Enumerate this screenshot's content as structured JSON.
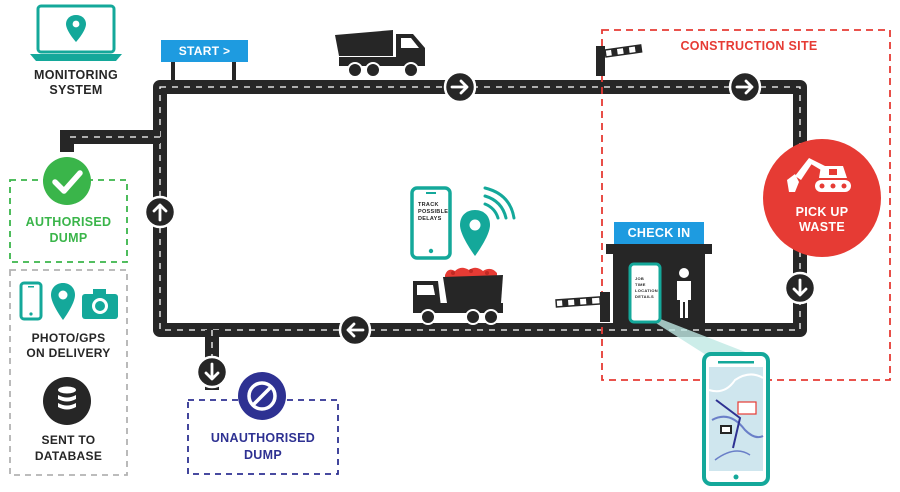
{
  "monitoring": {
    "line1": "MONITORING",
    "line2": "SYSTEM"
  },
  "start_sign": "START >",
  "construction": {
    "title": "CONSTRUCTION SITE",
    "pickup_line1": "PICK UP",
    "pickup_line2": "WASTE"
  },
  "authorised": {
    "line1": "AUTHORISED",
    "line2": "DUMP"
  },
  "photo_gps": {
    "line1": "PHOTO/GPS",
    "line2": "ON DELIVERY"
  },
  "database": {
    "line1": "SENT TO",
    "line2": "DATABASE"
  },
  "unauthorised": {
    "line1": "UNAUTHORISED",
    "line2": "DUMP"
  },
  "check_in": "CHECK IN",
  "phone_track": {
    "line1": "TRACK",
    "line2": "POSSIBLE",
    "line3": "DELAYS"
  },
  "phone_checkin": {
    "line1": "JOB",
    "line2": "TIME",
    "line3": "LOCATION",
    "line4": "DETAILS"
  },
  "colors": {
    "teal": "#14a89a",
    "red": "#e63b34",
    "green": "#3ab54a",
    "navy": "#2e3192",
    "road": "#262626",
    "blue": "#1e9be0",
    "grey": "#b3b3b3"
  },
  "icons": [
    "laptop-pin-icon",
    "dump-truck-icon",
    "boom-barrier-icon",
    "excavator-icon",
    "check-icon",
    "phone-icon",
    "location-pin-icon",
    "camera-icon",
    "database-icon",
    "no-entry-icon",
    "person-icon",
    "wifi-signal-icon",
    "arrow-icon"
  ]
}
